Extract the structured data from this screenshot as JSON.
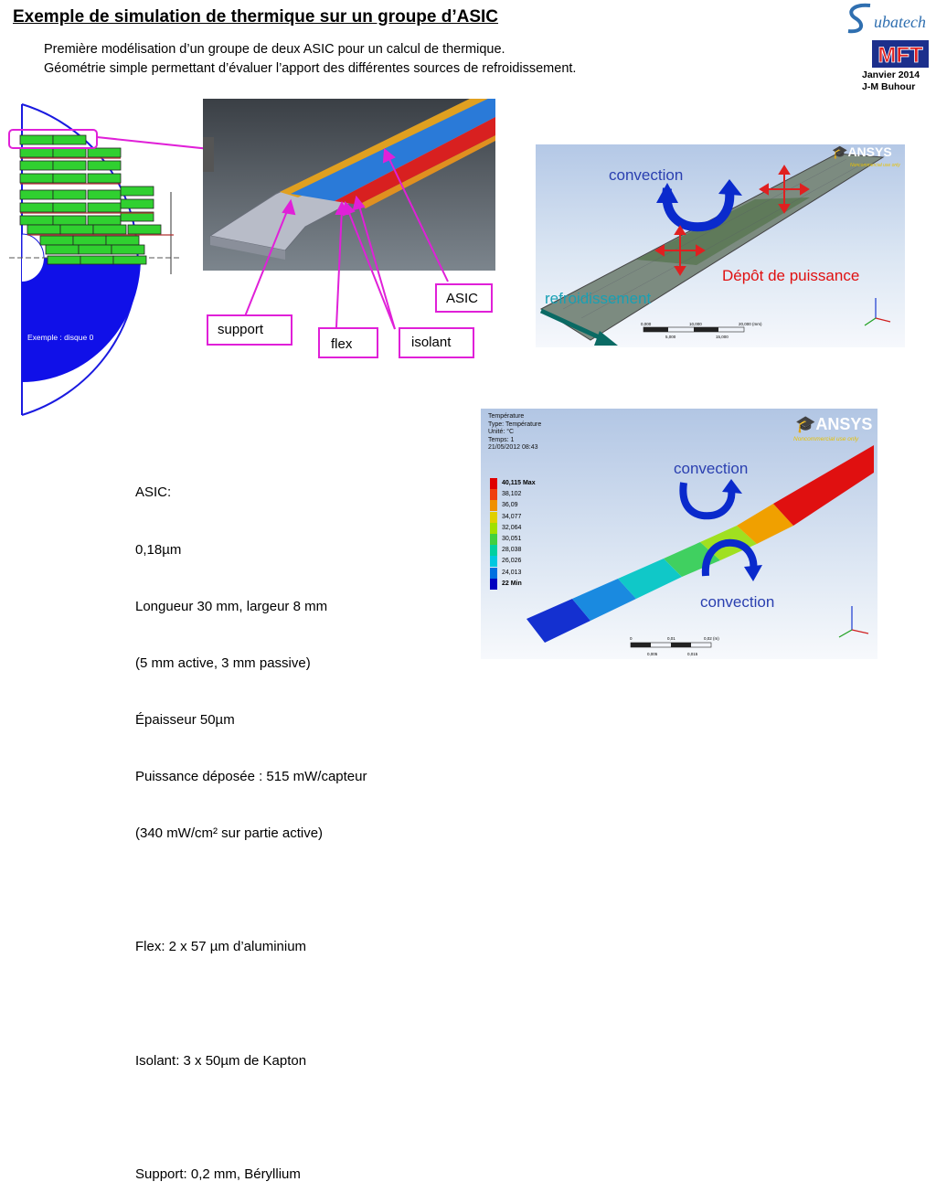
{
  "title": "Exemple de simulation de thermique sur un groupe d’ASIC",
  "subtitle_line1": "Première modélisation d’un groupe de deux ASIC pour un calcul de thermique.",
  "subtitle_line2": "Géométrie simple permettant d’évaluer l’apport des différentes sources de refroidissement.",
  "logo_subatech": "Subatech",
  "logo_mft": "MFT",
  "date": "Janvier 2014",
  "author": "J-M Buhour",
  "disk_label": "Exemple : disque 0",
  "callouts": {
    "asic": "ASIC",
    "support": "support",
    "flex": "flex",
    "isolant": "isolant"
  },
  "sim1": {
    "convection": "convection",
    "depot": "Dépôt de puissance",
    "refroidissement": "refroidissement",
    "ansys": "ANSYS",
    "noncommercial": "Noncommercial use only",
    "scale": [
      "0,000",
      "10,000",
      "20,000 (mm)",
      "5,000",
      "15,000"
    ]
  },
  "sim2": {
    "convection_top": "convection",
    "convection_bottom": "convection",
    "ansys": "ANSYS",
    "noncommercial": "Noncommercial use only",
    "legend_header": "Température\nType: Température\nUnité: °C\nTemps: 1\n21/05/2012 08:43",
    "legend_levels": [
      "40,115 Max",
      "38,102",
      "36,09",
      "34,077",
      "32,064",
      "30,051",
      "28,038",
      "26,026",
      "24,013",
      "22 Min"
    ],
    "legend_colors": [
      "#e00000",
      "#f04010",
      "#f09000",
      "#e0d000",
      "#a0e000",
      "#40d040",
      "#00d0a0",
      "#00c8e0",
      "#0070e0",
      "#0000c0"
    ],
    "scale": [
      "0",
      "0,01",
      "0,02 (m)",
      "0,005",
      "0,015"
    ]
  },
  "specs": [
    "ASIC:",
    "0,18µm",
    "Longueur 30 mm, largeur 8 mm",
    "(5 mm active, 3 mm passive)",
    "Épaisseur 50µm",
    "Puissance déposée : 515 mW/capteur",
    "(340 mW/cm² sur partie active)",
    "",
    "Flex: 2 x 57 µm d’aluminium",
    "",
    "Isolant: 3 x 50µm de Kapton",
    "",
    "Support: 0,2 mm, Béryllium"
  ]
}
